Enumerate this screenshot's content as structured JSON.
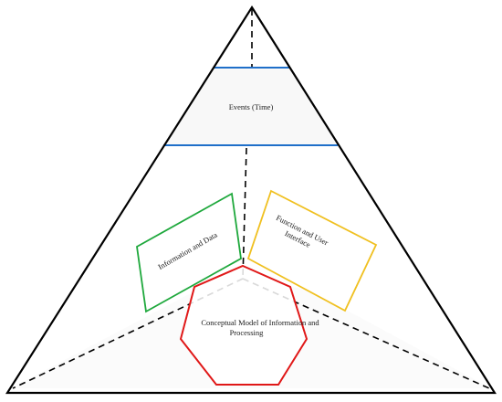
{
  "diagram": {
    "labels": {
      "events": "Events (Time)",
      "information_data": "Information and Data",
      "function_ui_line1": "Function and User",
      "function_ui_line2": "Interface",
      "conceptual_line1": "Conceptual Model of Information and",
      "conceptual_line2": "Processing"
    },
    "colors": {
      "outline": "#000000",
      "events_band_border": "#1f6fc9",
      "information_box_border": "#1ea83c",
      "function_box_border": "#f0c020",
      "heptagon_border": "#e01818",
      "region_fill": "#fafafa"
    }
  }
}
